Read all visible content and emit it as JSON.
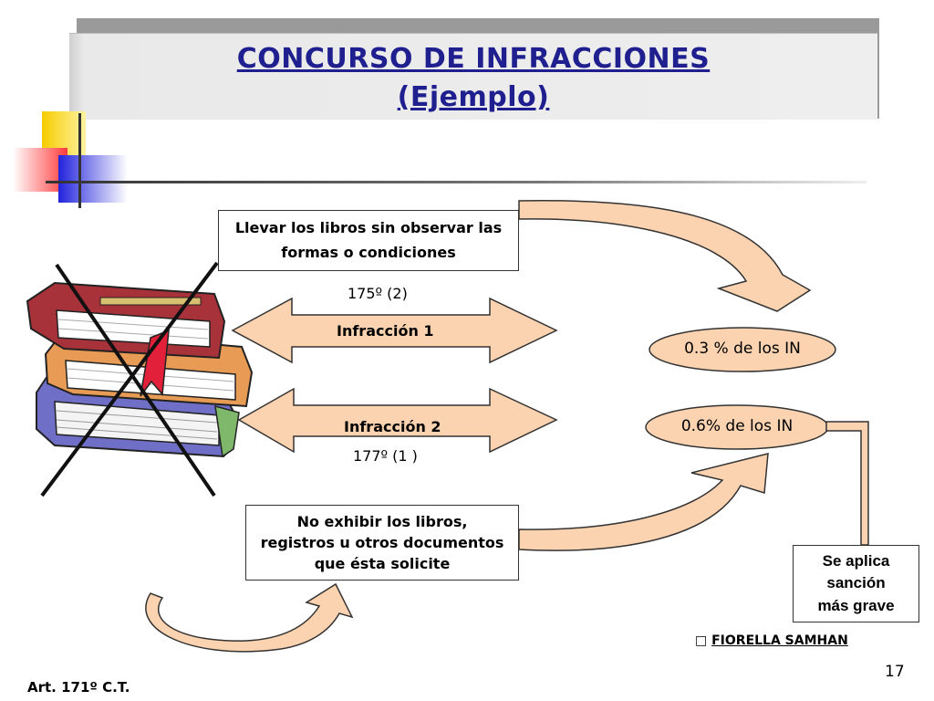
{
  "title": {
    "line1": "CONCURSO DE INFRACCIONES",
    "line2": "(Ejemplo)"
  },
  "box_llevar": {
    "line1": "Llevar los libros sin observar las",
    "line2": "formas o condiciones"
  },
  "label_175": "175º (2)",
  "arrow1_label": "Infracción 1",
  "arrow2_label": "Infracción 2",
  "label_177": "177º (1 )",
  "ellipse1_text": "0.3 % de los IN",
  "ellipse2_text": "0.6% de los IN",
  "box_no_exhibir": {
    "line1": "No exhibir los libros,",
    "line2": "registros u otros documentos",
    "line3": "que ésta solicite"
  },
  "box_sancion": {
    "line1": "Se aplica",
    "line2": "sanción",
    "line3": "más grave"
  },
  "author": {
    "icon": "copyright-icon",
    "name": "FIORELLA SAMHAN"
  },
  "page_number": "17",
  "article_ref": "Art. 171º C.T.",
  "colors": {
    "title_text": "#1f1f8f",
    "arrow_fill": "#fbd3b0",
    "ellipse_fill": "#fbd3b0",
    "outline": "#333333"
  }
}
